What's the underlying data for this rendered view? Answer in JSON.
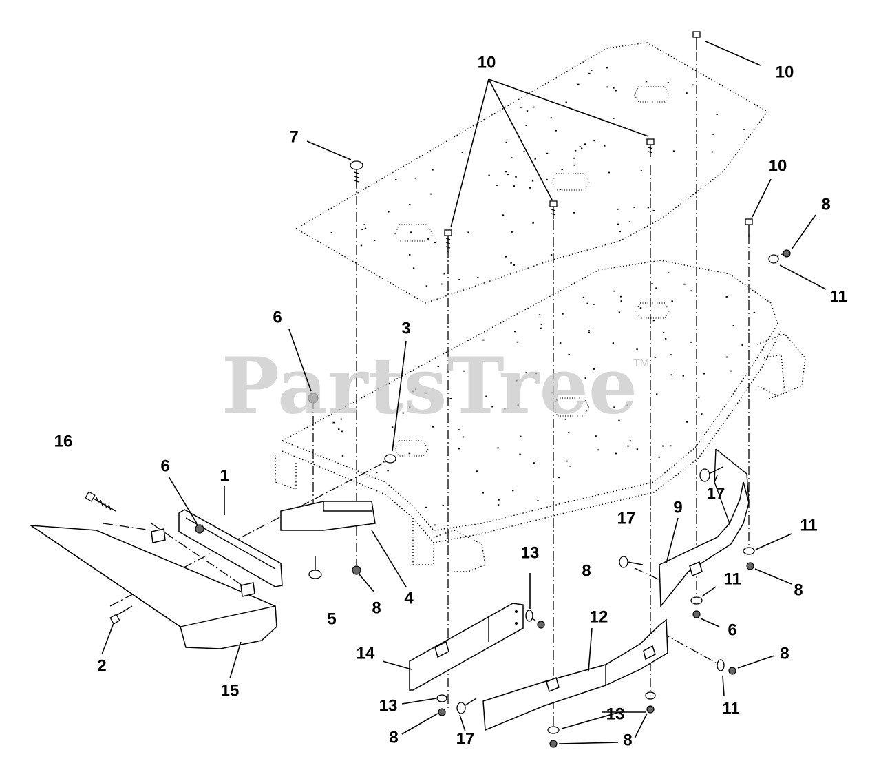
{
  "watermark": {
    "text": "PartsTree",
    "mark": "TM"
  },
  "callouts": [
    {
      "id": "c10a",
      "label": "10"
    },
    {
      "id": "c10b",
      "label": "10"
    },
    {
      "id": "c10c",
      "label": "10"
    },
    {
      "id": "c7",
      "label": "7"
    },
    {
      "id": "c8a",
      "label": "8"
    },
    {
      "id": "c11a",
      "label": "11"
    },
    {
      "id": "c6a",
      "label": "6"
    },
    {
      "id": "c3",
      "label": "3"
    },
    {
      "id": "c16",
      "label": "16"
    },
    {
      "id": "c6b",
      "label": "6"
    },
    {
      "id": "c1",
      "label": "1"
    },
    {
      "id": "c17a",
      "label": "17"
    },
    {
      "id": "c17b",
      "label": "17"
    },
    {
      "id": "c9",
      "label": "9"
    },
    {
      "id": "c11b",
      "label": "11"
    },
    {
      "id": "c13a",
      "label": "13"
    },
    {
      "id": "c8b",
      "label": "8"
    },
    {
      "id": "c11c",
      "label": "11"
    },
    {
      "id": "c8c",
      "label": "8"
    },
    {
      "id": "c5",
      "label": "5"
    },
    {
      "id": "c8d",
      "label": "8"
    },
    {
      "id": "c4",
      "label": "4"
    },
    {
      "id": "c6c",
      "label": "6"
    },
    {
      "id": "c12",
      "label": "12"
    },
    {
      "id": "c2",
      "label": "2"
    },
    {
      "id": "c15",
      "label": "15"
    },
    {
      "id": "c14",
      "label": "14"
    },
    {
      "id": "c8e",
      "label": "8"
    },
    {
      "id": "c11d",
      "label": "11"
    },
    {
      "id": "c13b",
      "label": "13"
    },
    {
      "id": "c13c",
      "label": "13"
    },
    {
      "id": "c8f",
      "label": "8"
    },
    {
      "id": "c17c",
      "label": "17"
    },
    {
      "id": "c8g",
      "label": "8"
    }
  ]
}
